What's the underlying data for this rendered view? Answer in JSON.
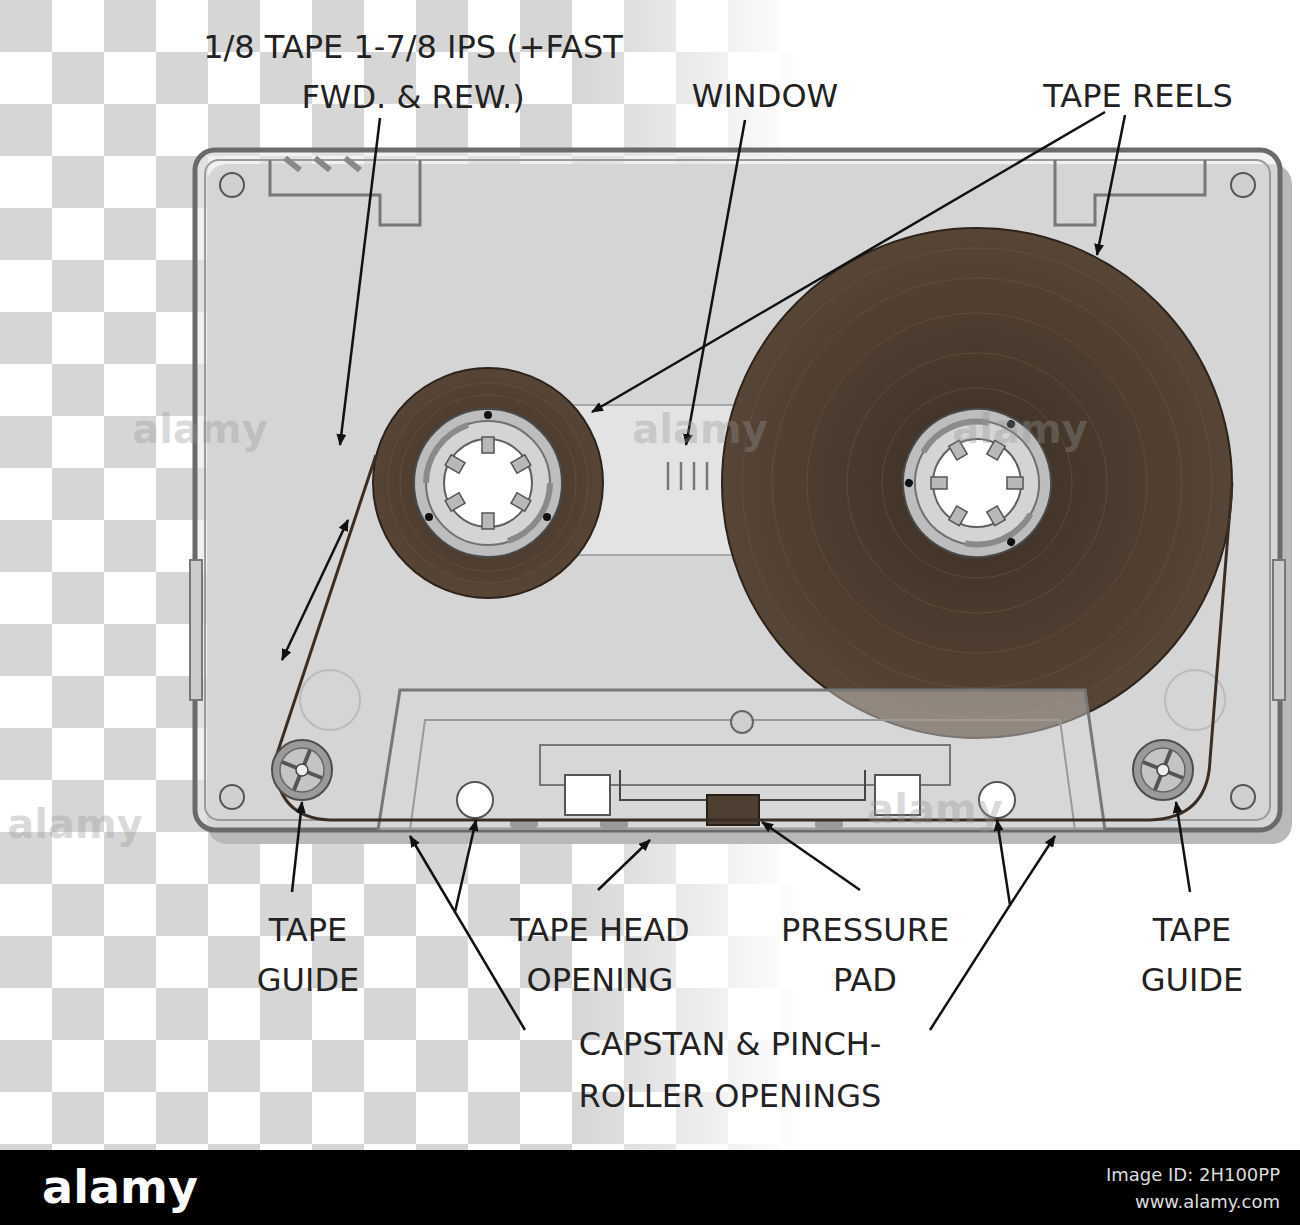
{
  "diagram": {
    "labels": [
      "1/8 TAPE 1-7/8 IPS (+FAST FWD. & REW.)",
      "WINDOW",
      "TAPE REELS",
      "TAPE GUIDE",
      "TAPE HEAD OPENING",
      "PRESSURE PAD",
      "TAPE GUIDE",
      "CAPSTAN & PINCH- ROLLER OPENINGS",
      "alamy",
      "alamy",
      "alamy",
      "alamy",
      "alamy",
      "alamy",
      "Image ID: 2H100PP",
      "www.alamy.com"
    ]
  }
}
